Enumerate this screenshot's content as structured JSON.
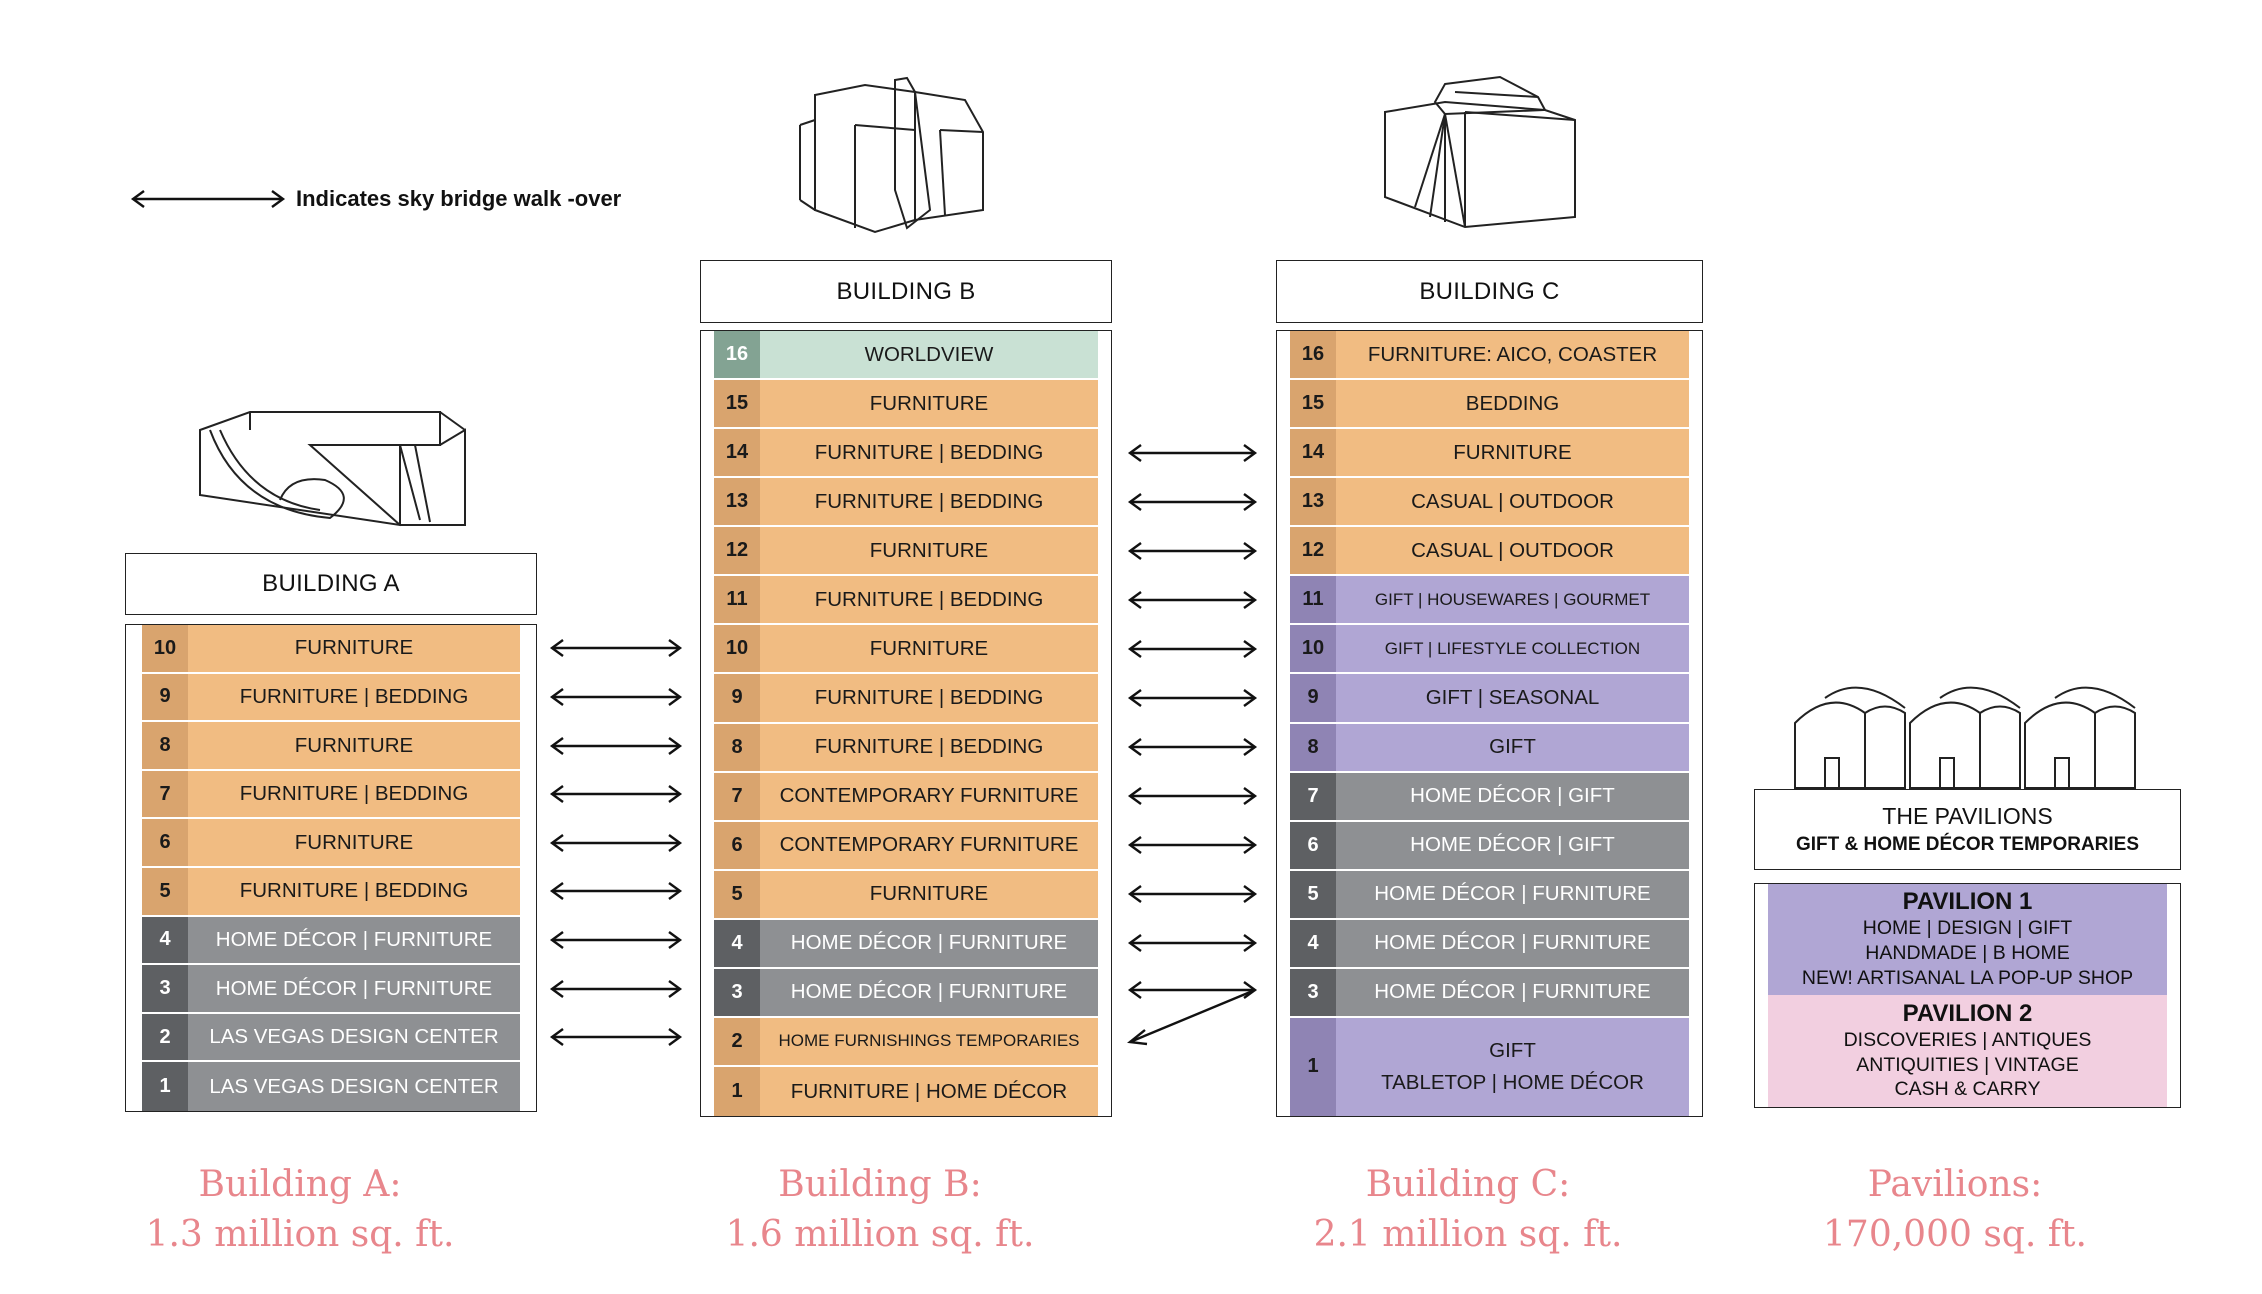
{
  "legend": {
    "text": "Indicates sky bridge walk -over"
  },
  "buildings": {
    "a": {
      "title": "BUILDING A",
      "floors": [
        {
          "num": "10",
          "label": "FURNITURE",
          "color": "orange"
        },
        {
          "num": "9",
          "label": "FURNITURE | BEDDING",
          "color": "orange"
        },
        {
          "num": "8",
          "label": "FURNITURE",
          "color": "orange"
        },
        {
          "num": "7",
          "label": "FURNITURE | BEDDING",
          "color": "orange"
        },
        {
          "num": "6",
          "label": "FURNITURE",
          "color": "orange"
        },
        {
          "num": "5",
          "label": "FURNITURE | BEDDING",
          "color": "orange"
        },
        {
          "num": "4",
          "label": "HOME DÉCOR | FURNITURE",
          "color": "gray"
        },
        {
          "num": "3",
          "label": "HOME DÉCOR | FURNITURE",
          "color": "gray"
        },
        {
          "num": "2",
          "label": "LAS VEGAS DESIGN CENTER",
          "color": "gray"
        },
        {
          "num": "1",
          "label": "LAS VEGAS DESIGN CENTER",
          "color": "gray"
        }
      ],
      "caption_name": "Building A:",
      "caption_size": "1.3 million sq. ft."
    },
    "b": {
      "title": "BUILDING B",
      "floors": [
        {
          "num": "16",
          "label": "WORLDVIEW",
          "color": "green"
        },
        {
          "num": "15",
          "label": "FURNITURE",
          "color": "orange"
        },
        {
          "num": "14",
          "label": "FURNITURE | BEDDING",
          "color": "orange"
        },
        {
          "num": "13",
          "label": "FURNITURE | BEDDING",
          "color": "orange"
        },
        {
          "num": "12",
          "label": "FURNITURE",
          "color": "orange"
        },
        {
          "num": "11",
          "label": "FURNITURE | BEDDING",
          "color": "orange"
        },
        {
          "num": "10",
          "label": "FURNITURE",
          "color": "orange"
        },
        {
          "num": "9",
          "label": "FURNITURE | BEDDING",
          "color": "orange"
        },
        {
          "num": "8",
          "label": "FURNITURE | BEDDING",
          "color": "orange"
        },
        {
          "num": "7",
          "label": "CONTEMPORARY FURNITURE",
          "color": "orange"
        },
        {
          "num": "6",
          "label": "CONTEMPORARY FURNITURE",
          "color": "orange"
        },
        {
          "num": "5",
          "label": "FURNITURE",
          "color": "orange"
        },
        {
          "num": "4",
          "label": "HOME DÉCOR | FURNITURE",
          "color": "gray"
        },
        {
          "num": "3",
          "label": "HOME DÉCOR | FURNITURE",
          "color": "gray"
        },
        {
          "num": "2",
          "label": "HOME FURNISHINGS TEMPORARIES",
          "color": "orange"
        },
        {
          "num": "1",
          "label": "FURNITURE | HOME DÉCOR",
          "color": "orange"
        }
      ],
      "caption_name": "Building B:",
      "caption_size": "1.6 million sq. ft."
    },
    "c": {
      "title": "BUILDING C",
      "floors": [
        {
          "num": "16",
          "label": "FURNITURE: AICO, COASTER",
          "color": "orange"
        },
        {
          "num": "15",
          "label": "BEDDING",
          "color": "orange"
        },
        {
          "num": "14",
          "label": "FURNITURE",
          "color": "orange"
        },
        {
          "num": "13",
          "label": "CASUAL | OUTDOOR",
          "color": "orange"
        },
        {
          "num": "12",
          "label": "CASUAL | OUTDOOR",
          "color": "orange"
        },
        {
          "num": "11",
          "label": "GIFT | HOUSEWARES | GOURMET",
          "color": "purple"
        },
        {
          "num": "10",
          "label": "GIFT | LIFESTYLE COLLECTION",
          "color": "purple"
        },
        {
          "num": "9",
          "label": "GIFT | SEASONAL",
          "color": "purple"
        },
        {
          "num": "8",
          "label": "GIFT",
          "color": "purple"
        },
        {
          "num": "7",
          "label": "HOME DÉCOR | GIFT",
          "color": "gray"
        },
        {
          "num": "6",
          "label": "HOME DÉCOR | GIFT",
          "color": "gray"
        },
        {
          "num": "5",
          "label": "HOME DÉCOR | FURNITURE",
          "color": "gray"
        },
        {
          "num": "4",
          "label": "HOME DÉCOR | FURNITURE",
          "color": "gray"
        },
        {
          "num": "3",
          "label": "HOME DÉCOR | FURNITURE",
          "color": "gray"
        },
        {
          "num": "1",
          "label": "GIFT",
          "label2": "TABLETOP | HOME DÉCOR",
          "color": "purple"
        }
      ],
      "caption_name": "Building C:",
      "caption_size": "2.1 million sq. ft."
    }
  },
  "pavilions": {
    "title": "THE PAVILIONS",
    "subtitle": "GIFT & HOME DÉCOR TEMPORARIES",
    "pavilion1": {
      "heading": "PAVILION 1",
      "lines": [
        "HOME | DESIGN | GIFT",
        "HANDMADE | B HOME",
        "NEW! ARTISANAL LA POP-UP SHOP"
      ]
    },
    "pavilion2": {
      "heading": "PAVILION 2",
      "lines": [
        "DISCOVERIES | ANTIQUES",
        "ANTIQUITIES | VINTAGE",
        "CASH & CARRY"
      ]
    },
    "caption_name": "Pavilions:",
    "caption_size": "170,000 sq. ft."
  },
  "colors": {
    "orange": "#f1bc82",
    "gray": "#8e9093",
    "purple": "#b0a6d4",
    "green": "#c9e1d4",
    "pink": "#f2cfe0",
    "caption": "#e8868c"
  }
}
